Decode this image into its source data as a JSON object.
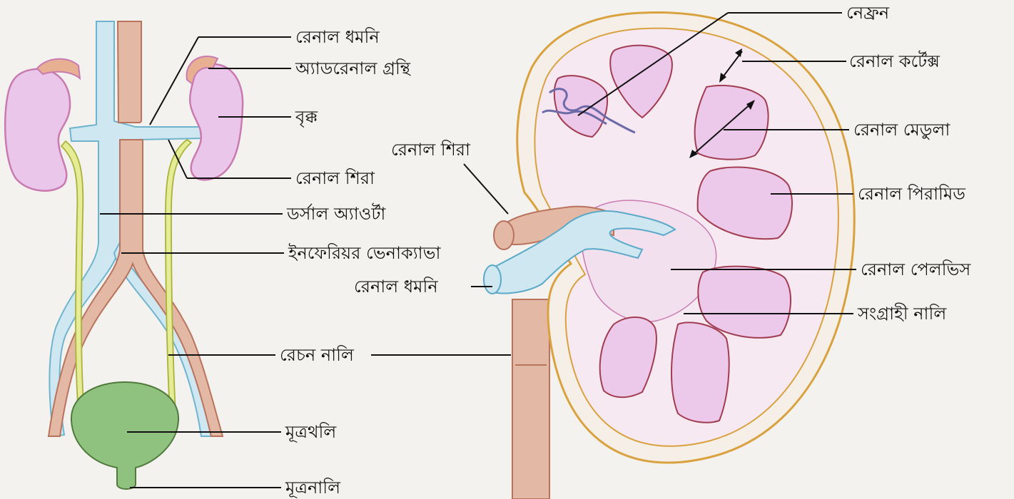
{
  "left_diagram": {
    "labels": {
      "renal_artery": "রেনাল ধমনি",
      "adrenal_gland": "অ্যাডরেনাল গ্রন্থি",
      "kidney": "বৃক্ক",
      "renal_vein": "রেনাল শিরা",
      "dorsal_aorta": "ডর্সাল অ্যাওর্টা",
      "inferior_vena_cava": "ইনফেরিয়র ভেনাক্যাভা",
      "ureter": "রেচন নালি",
      "urinary_bladder": "মূত্রথলি",
      "urethra": "মূত্রনালি"
    }
  },
  "right_diagram": {
    "labels": {
      "nephron": "নেফ্রন",
      "renal_cortex": "রেনাল কর্টেক্স",
      "renal_medulla": "রেনাল মেডুলা",
      "renal_vein": "রেনাল শিরা",
      "renal_pyramid": "রেনাল পিরামিড",
      "renal_pelvis": "রেনাল পেলভিস",
      "renal_artery": "রেনাল ধমনি",
      "collecting_duct": "সংগ্রাহী নালি"
    }
  },
  "colors": {
    "kidney_fill": "#e9c6ea",
    "kidney_outline": "#c97ab0",
    "vein_fill": "#cfe7f0",
    "vein_outline": "#6fb4cf",
    "aorta_fill": "#e3b9a6",
    "aorta_outline": "#b9735d",
    "ureter_fill": "#e6ec95",
    "bladder_fill": "#8fc27e",
    "cortex_outline": "#d9a23f",
    "pyramid_fill": "#ecc8ea",
    "pyramid_outline": "#a23c50",
    "pelvis_fill": "#f3e0ee"
  }
}
